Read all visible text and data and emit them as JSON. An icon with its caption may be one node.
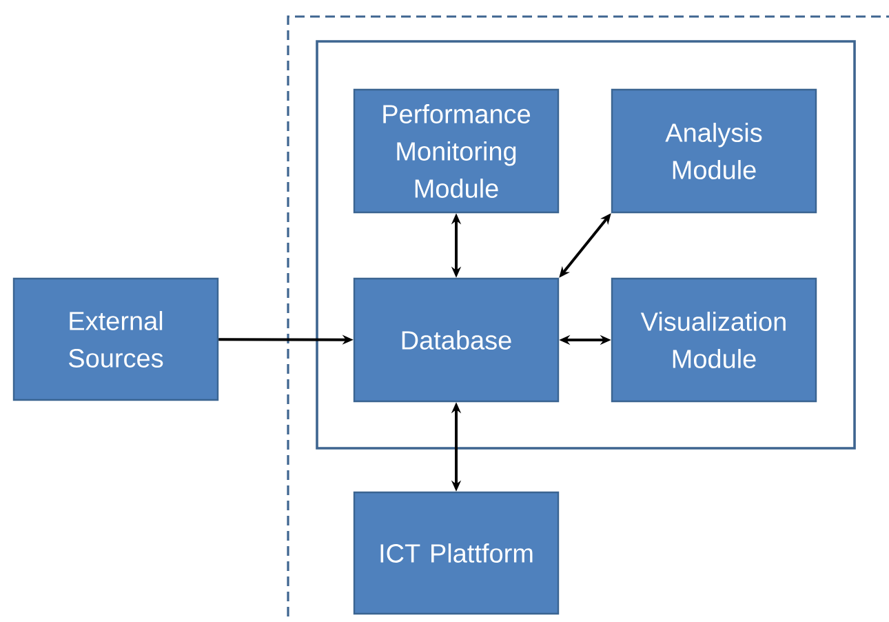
{
  "diagram": {
    "nodes": [
      {
        "text": [
          "External Sources"
        ]
      },
      {
        "text": [],
        "shape": "box"
      },
      {
        "text": [],
        "shape": "box",
        "in": 1
      },
      {
        "text": [
          "Performance Monitoring Module"
        ],
        "in": 2
      },
      {
        "text": [
          "Analysis Module"
        ],
        "in": 2
      },
      {
        "text": [
          "Database"
        ],
        "in": 2
      },
      {
        "text": [
          "Visualization Module"
        ],
        "in": 2
      },
      {
        "text": [
          "ICT Plattform"
        ],
        "in": 1
      }
    ],
    "edges": [
      {
        "from": 0,
        "to": 5,
        "arrow": "to"
      },
      {
        "from": 5,
        "to": 3,
        "arrow": "both"
      },
      {
        "from": 5,
        "to": 4,
        "arrow": "both"
      },
      {
        "from": 5,
        "to": 6,
        "arrow": "both"
      },
      {
        "from": 5,
        "to": 7,
        "arrow": "both"
      }
    ]
  }
}
